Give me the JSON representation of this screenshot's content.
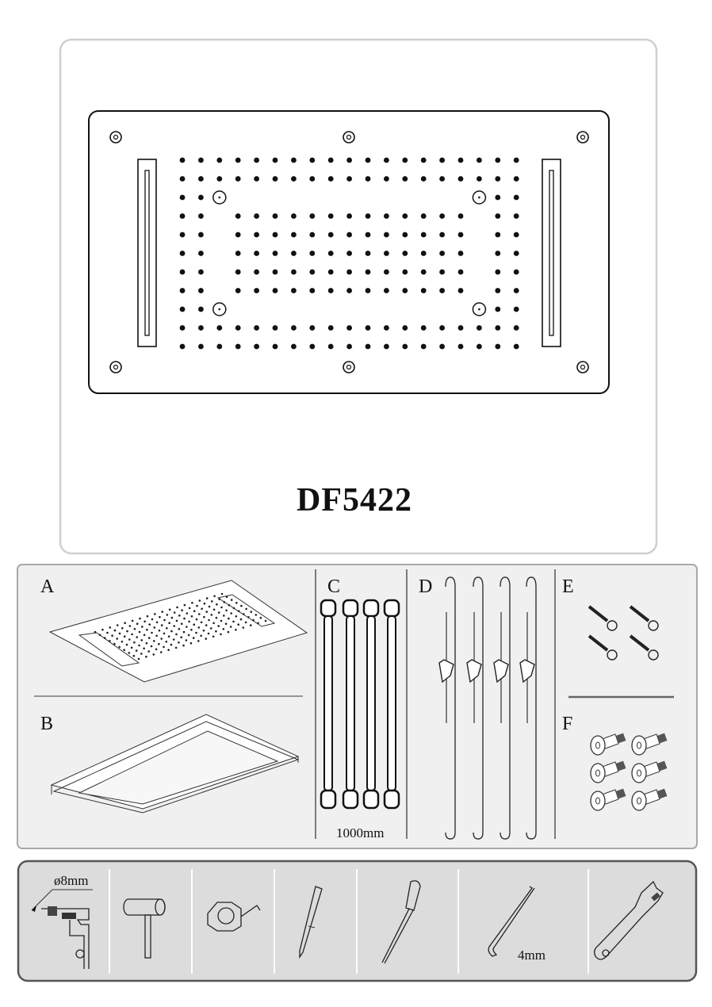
{
  "product": {
    "model": "DF5422"
  },
  "parts": {
    "a": "A",
    "b": "B",
    "c": "C",
    "d": "D",
    "e": "E",
    "f": "F",
    "hose_length": "1000mm"
  },
  "tools": {
    "drill_bit": "ø8mm",
    "hex_key": "4mm",
    "items": [
      "drill-icon",
      "hammer-icon",
      "tape-measure-icon",
      "pencil-icon",
      "screwdriver-icon",
      "hex-key-icon",
      "adjustable-wrench-icon"
    ]
  },
  "colors": {
    "parts_bg": "#f0f0f0",
    "tools_bg": "#dcdcdc",
    "line": "#111111"
  }
}
